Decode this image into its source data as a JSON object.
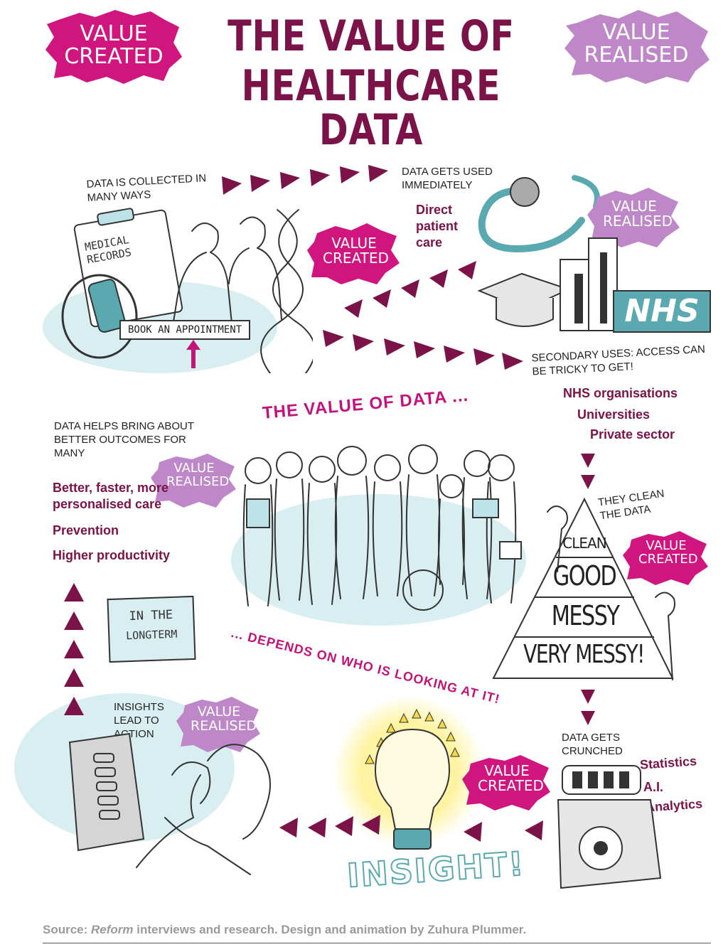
{
  "title": {
    "line1": "THE VALUE OF",
    "line2": "HEALTHCARE DATA"
  },
  "badges": {
    "created": "VALUE CREATED",
    "realised": "VALUE REALISED"
  },
  "collected": {
    "label": "DATA IS COLLECTED IN MANY WAYS",
    "clipboard": "MEDICAL RECORDS",
    "button": "BOOK AN APPOINTMENT"
  },
  "immediate": {
    "label": "DATA GETS USED IMMEDIATELY",
    "use": "Direct patient care"
  },
  "nhs_sign": "NHS",
  "secondary": {
    "label": "SECONDARY USES: ACCESS CAN BE TRICKY TO GET!",
    "items": [
      "NHS organisations",
      "Universities",
      "Private sector"
    ]
  },
  "outcomes": {
    "label": "DATA HELPS BRING ABOUT BETTER OUTCOMES FOR MANY",
    "items": [
      "Better, faster, more personalised care",
      "Prevention",
      "Higher productivity"
    ]
  },
  "center": {
    "top": "THE VALUE OF DATA ...",
    "bottom": "... DEPENDS ON WHO IS LOOKING AT IT!"
  },
  "calendar": {
    "line1": "IN THE",
    "line2": "LONGTERM"
  },
  "clean": {
    "label": "THEY CLEAN THE DATA",
    "pyramid": [
      "CLEAN",
      "GOOD",
      "MESSY",
      "VERY MESSY!"
    ]
  },
  "insights": {
    "label": "INSIGHTS LEAD TO ACTION"
  },
  "crunched": {
    "label": "DATA GETS CRUNCHED",
    "items": [
      "Statistics",
      "A.I.",
      "Analytics"
    ]
  },
  "insight_word": "INSIGHT!",
  "footer": {
    "source_prefix": "Source: ",
    "source_italic": "Reform",
    "source_rest": " interviews and research. Design and animation by Zuhura Plummer."
  },
  "colors": {
    "plum": "#7b1248",
    "magenta": "#d0157f",
    "lilac": "#be88c8",
    "blob": "#d9eef1",
    "teal": "#5aa9b0"
  }
}
